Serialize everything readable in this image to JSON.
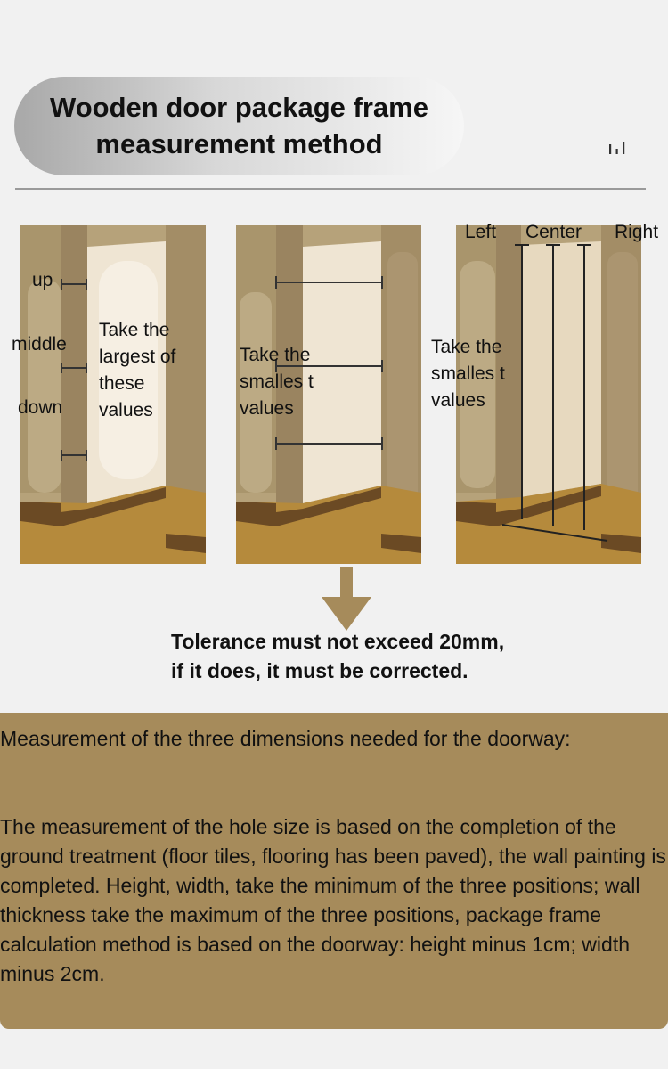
{
  "header": {
    "title": "Wooden door package frame\nmeasurement method",
    "icon": "bar-chart-icon"
  },
  "panels": [
    {
      "markers": {
        "up": "up",
        "middle": "middle",
        "down": "down"
      },
      "caption": "Take the largest of these values"
    },
    {
      "caption": "Take the smalles t values"
    },
    {
      "positions": {
        "left": "Left",
        "center": "Center",
        "right": "Right"
      },
      "caption": "Take the smalles t values"
    }
  ],
  "tolerance": "Tolerance must not exceed 20mm, if it does, it must be corrected.",
  "notes": {
    "heading": "Measurement of the three dimensions needed for the doorway:",
    "body": "The measurement of the hole size is based on the completion of the ground treatment (floor tiles, flooring has been paved), the wall painting is completed. Height, width, take the minimum of the three positions; wall thickness take the maximum of the three positions, package frame calculation method is based on the doorway: height minus 1cm; width minus 2cm."
  },
  "colors": {
    "wall": "#b6a27a",
    "door_panel": "#efe5d3",
    "floor": "#b58a3c",
    "baseboard": "#6b4a24",
    "notes_bg": "#a68b5b",
    "arrow": "#a68b5b"
  }
}
